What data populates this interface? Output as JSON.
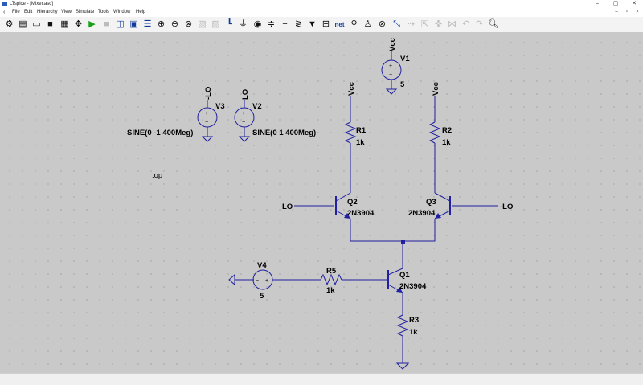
{
  "window": {
    "title": "LTspice - [Mixer.asc]",
    "min": "–",
    "max": "▢",
    "close": "✕"
  },
  "menu": [
    "File",
    "Edit",
    "Hierarchy",
    "View",
    "Simulate",
    "Tools",
    "Window",
    "Help"
  ],
  "mdi": {
    "min": "–",
    "restore": "▫",
    "close": "×"
  },
  "toolbar_icons": [
    "settings-icon",
    "open-icon",
    "open-folder-icon",
    "save-icon",
    "print-icon",
    "control-panel-icon",
    "run-icon",
    "halt-icon",
    "tile-icon",
    "cascade-icon",
    "pan-icon",
    "zoom-in-icon",
    "zoom-out-icon",
    "zoom-fit-icon",
    "schematic-icon",
    "wire-icon",
    "ground-icon",
    "label-icon",
    "resistor-icon",
    "capacitor-icon",
    "inductor-icon",
    "diode-icon",
    "component-icon",
    "net-icon",
    "spice-icon",
    "delete-icon",
    "duplicate-icon",
    "move-icon",
    "drag-icon",
    "rotate-icon",
    "mirror-icon",
    "undo-icon",
    "redo-icon",
    "find-icon"
  ],
  "schematic": {
    "net_vcc": "Vcc",
    "net_lo": "LO",
    "net_nlo": "-LO",
    "v1": {
      "name": "V1",
      "value": "5"
    },
    "v2": {
      "name": "V2",
      "value": "SINE(0 1 400Meg)"
    },
    "v3": {
      "name": "V3",
      "value": "SINE(0 -1 400Meg)"
    },
    "v4": {
      "name": "V4",
      "value": "5"
    },
    "r1": {
      "name": "R1",
      "value": "1k"
    },
    "r2": {
      "name": "R2",
      "value": "1k"
    },
    "r3": {
      "name": "R3",
      "value": "1k"
    },
    "r5": {
      "name": "R5",
      "value": "1k"
    },
    "q1": {
      "name": "Q1",
      "model": "2N3904"
    },
    "q2": {
      "name": "Q2",
      "model": "2N3904"
    },
    "q3": {
      "name": "Q3",
      "model": "2N3904"
    },
    "directive": ".op",
    "plus": "+",
    "minus": "−"
  }
}
